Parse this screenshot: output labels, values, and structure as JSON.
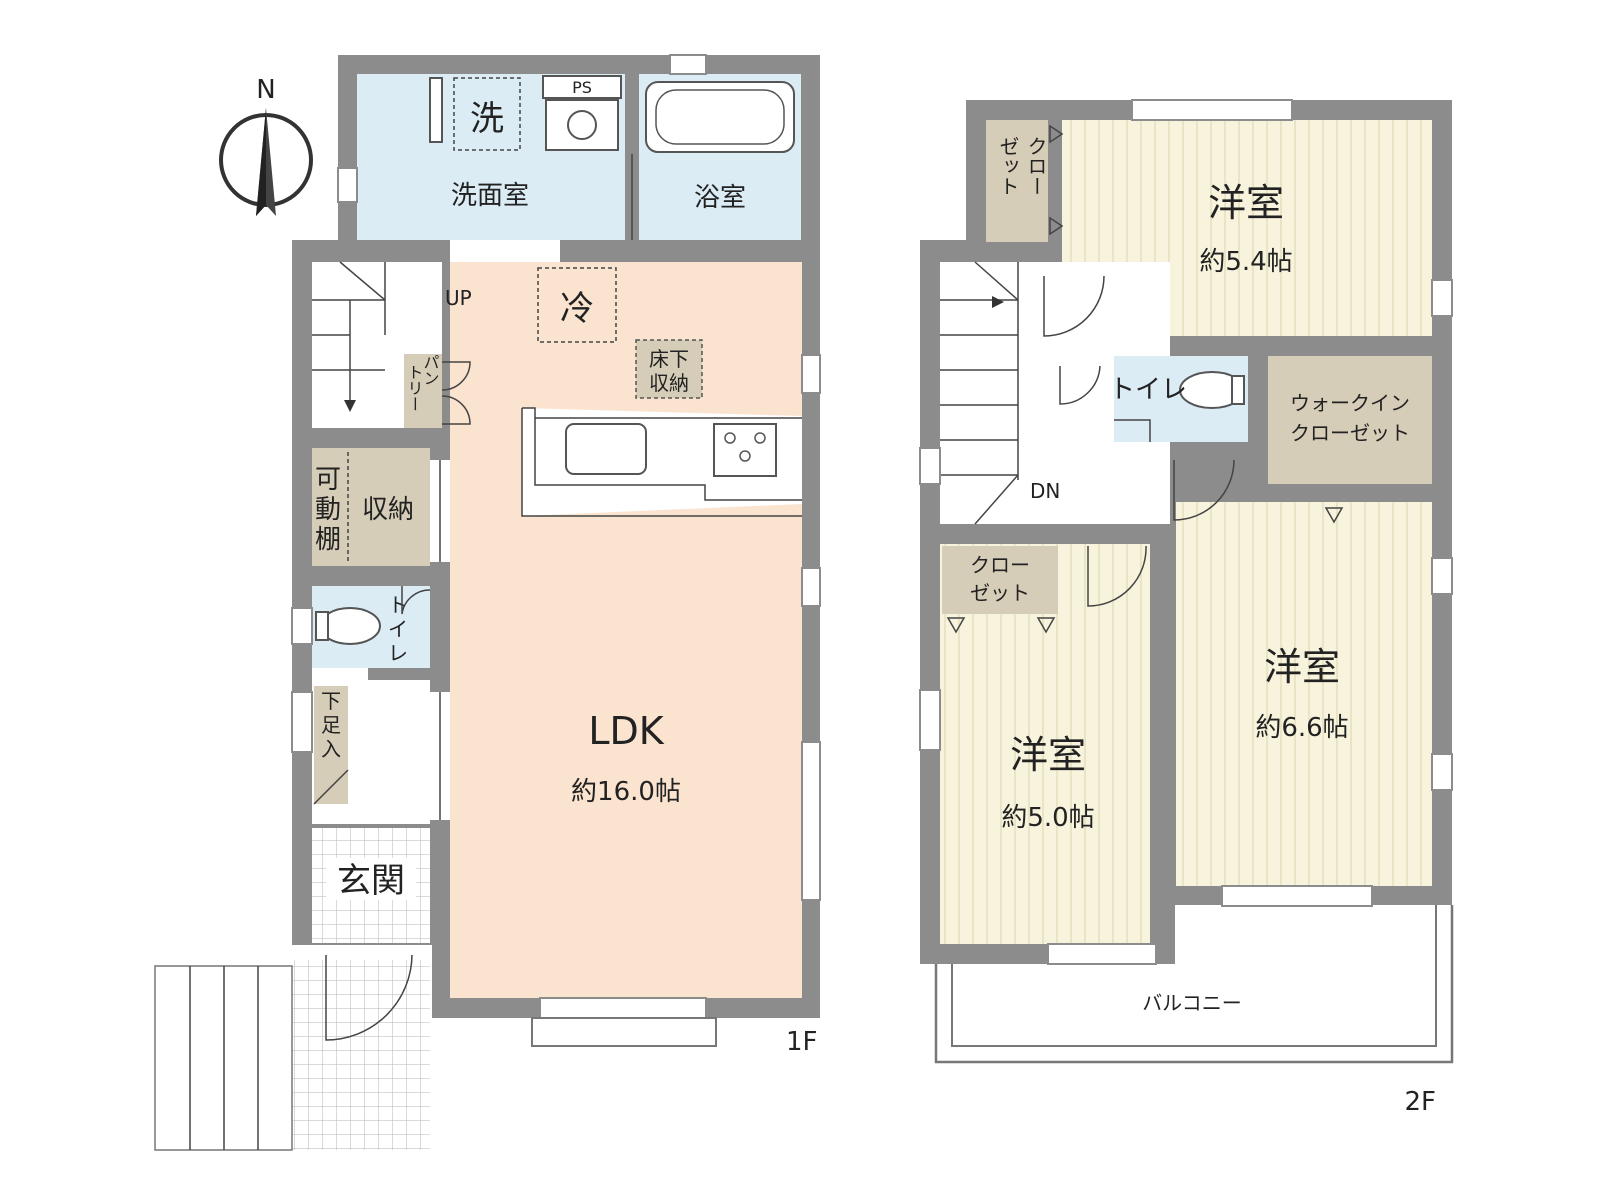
{
  "compass": {
    "north": "N"
  },
  "floors": {
    "first": "1F",
    "second": "2F"
  },
  "first_floor": {
    "washroom": "洗面室",
    "washer_mark": "洗",
    "ps": "PS",
    "bathroom": "浴室",
    "stairs_up": "UP",
    "fridge_mark": "冷",
    "underfloor_storage": [
      "床下",
      "収納"
    ],
    "pantry": [
      "パン",
      "トリー"
    ],
    "adjustable_shelf": [
      "可",
      "動",
      "棚"
    ],
    "storage": "収納",
    "toilet": [
      "ト",
      "イ",
      "レ"
    ],
    "shoe_storage": [
      "下",
      "足",
      "入"
    ],
    "entrance": "玄関",
    "ldk": "LDK",
    "ldk_size": "約16.0帖"
  },
  "second_floor": {
    "closet_vertical": [
      "クロー",
      "ゼット"
    ],
    "room_north": "洋室",
    "room_north_size": "約5.4帖",
    "toilet": "トイレ",
    "walk_in_closet": [
      "ウォークイン",
      "クローゼット"
    ],
    "stairs_down": "DN",
    "closet": [
      "クロー",
      "ゼット"
    ],
    "room_east": "洋室",
    "room_east_size": "約6.6帖",
    "room_west": "洋室",
    "room_west_size": "約5.0帖",
    "balcony": "バルコニー"
  },
  "colors": {
    "wall": "#8c8c8c",
    "wet_area": "#dcecf5",
    "ldk_floor": "#fae3cf",
    "bedroom_floor": "#f7f3dc",
    "storage": "#d6cdb8"
  }
}
